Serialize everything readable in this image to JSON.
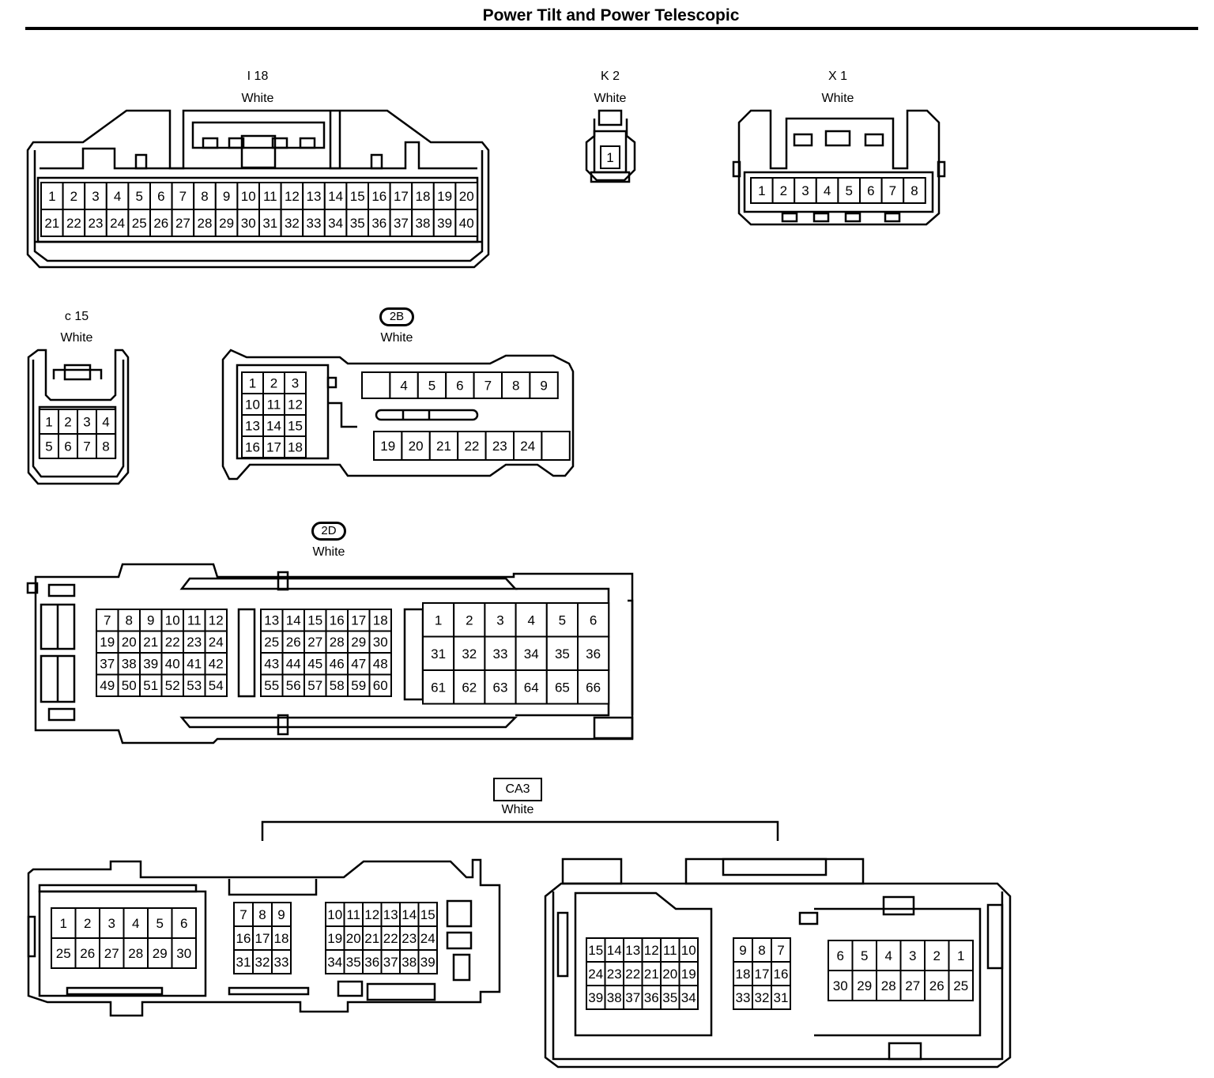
{
  "title": "Power Tilt and Power Telescopic",
  "connectors": {
    "i18": {
      "code": "I 18",
      "color": "White"
    },
    "k2": {
      "code": "K 2",
      "color": "White"
    },
    "x1": {
      "code": "X 1",
      "color": "White"
    },
    "c15": {
      "code": "c 15",
      "color": "White"
    },
    "b2": {
      "code": "2B",
      "color": "White"
    },
    "d2": {
      "code": "2D",
      "color": "White"
    },
    "ca3": {
      "code": "CA3",
      "color": "White"
    }
  },
  "grids": [
    {
      "id": "i18",
      "rows": [
        [
          "1",
          "2",
          "3",
          "4",
          "5",
          "6",
          "7",
          "8",
          "9",
          "10",
          "11",
          "12",
          "13",
          "14",
          "15",
          "16",
          "17",
          "18",
          "19",
          "20"
        ],
        [
          "21",
          "22",
          "23",
          "24",
          "25",
          "26",
          "27",
          "28",
          "29",
          "30",
          "31",
          "32",
          "33",
          "34",
          "35",
          "36",
          "37",
          "38",
          "39",
          "40"
        ]
      ]
    },
    {
      "id": "k2",
      "rows": [
        [
          "1"
        ]
      ]
    },
    {
      "id": "x1",
      "rows": [
        [
          "1",
          "2",
          "3",
          "4",
          "5",
          "6",
          "7",
          "8"
        ]
      ]
    },
    {
      "id": "c15",
      "rows": [
        [
          "1",
          "2",
          "3",
          "4"
        ],
        [
          "5",
          "6",
          "7",
          "8"
        ]
      ]
    },
    {
      "id": "b2-left",
      "rows": [
        [
          "1",
          "2",
          "3"
        ],
        [
          "10",
          "11",
          "12"
        ],
        [
          "13",
          "14",
          "15"
        ],
        [
          "16",
          "17",
          "18"
        ]
      ]
    },
    {
      "id": "b2-top",
      "rows": [
        [
          "",
          "4",
          "5",
          "6",
          "7",
          "8",
          "9"
        ]
      ]
    },
    {
      "id": "b2-bottom",
      "rows": [
        [
          "19",
          "20",
          "21",
          "22",
          "23",
          "24",
          ""
        ]
      ]
    },
    {
      "id": "d2-left",
      "rows": [
        [
          "7",
          "8",
          "9",
          "10",
          "11",
          "12"
        ],
        [
          "19",
          "20",
          "21",
          "22",
          "23",
          "24"
        ],
        [
          "37",
          "38",
          "39",
          "40",
          "41",
          "42"
        ],
        [
          "49",
          "50",
          "51",
          "52",
          "53",
          "54"
        ]
      ]
    },
    {
      "id": "d2-mid",
      "rows": [
        [
          "13",
          "14",
          "15",
          "16",
          "17",
          "18"
        ],
        [
          "25",
          "26",
          "27",
          "28",
          "29",
          "30"
        ],
        [
          "43",
          "44",
          "45",
          "46",
          "47",
          "48"
        ],
        [
          "55",
          "56",
          "57",
          "58",
          "59",
          "60"
        ]
      ]
    },
    {
      "id": "d2-right",
      "rows": [
        [
          "1",
          "2",
          "3",
          "4",
          "5",
          "6"
        ],
        [
          "31",
          "32",
          "33",
          "34",
          "35",
          "36"
        ],
        [
          "61",
          "62",
          "63",
          "64",
          "65",
          "66"
        ]
      ]
    },
    {
      "id": "ca3a-left",
      "rows": [
        [
          "1",
          "2",
          "3",
          "4",
          "5",
          "6"
        ],
        [
          "25",
          "26",
          "27",
          "28",
          "29",
          "30"
        ]
      ]
    },
    {
      "id": "ca3a-mid",
      "rows": [
        [
          "7",
          "8",
          "9"
        ],
        [
          "16",
          "17",
          "18"
        ],
        [
          "31",
          "32",
          "33"
        ]
      ]
    },
    {
      "id": "ca3a-right",
      "rows": [
        [
          "10",
          "11",
          "12",
          "13",
          "14",
          "15"
        ],
        [
          "19",
          "20",
          "21",
          "22",
          "23",
          "24"
        ],
        [
          "34",
          "35",
          "36",
          "37",
          "38",
          "39"
        ]
      ]
    },
    {
      "id": "ca3b-left",
      "rows": [
        [
          "15",
          "14",
          "13",
          "12",
          "11",
          "10"
        ],
        [
          "24",
          "23",
          "22",
          "21",
          "20",
          "19"
        ],
        [
          "39",
          "38",
          "37",
          "36",
          "35",
          "34"
        ]
      ]
    },
    {
      "id": "ca3b-mid",
      "rows": [
        [
          "9",
          "8",
          "7"
        ],
        [
          "18",
          "17",
          "16"
        ],
        [
          "33",
          "32",
          "31"
        ]
      ]
    },
    {
      "id": "ca3b-right",
      "rows": [
        [
          "6",
          "5",
          "4",
          "3",
          "2",
          "1"
        ],
        [
          "30",
          "29",
          "28",
          "27",
          "26",
          "25"
        ]
      ]
    }
  ]
}
